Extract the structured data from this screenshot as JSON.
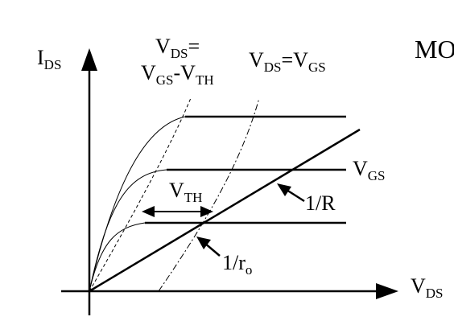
{
  "diagram": {
    "title_fragment": "MO",
    "axes": {
      "y_main": "I",
      "y_sub": "DS",
      "x_main": "V",
      "x_sub": "DS"
    },
    "boundary_vdsat": {
      "line1_main": "V",
      "line1_sub": "DS",
      "line1_suffix": "=",
      "line2_main1": "V",
      "line2_sub1": "GS",
      "line2_mid": "-V",
      "line2_sub2": "TH"
    },
    "boundary_vgs": {
      "main1": "V",
      "sub1": "DS",
      "mid": "=V",
      "sub2": "GS"
    },
    "curve_label": {
      "main": "V",
      "sub": "GS"
    },
    "vth_marker": {
      "main": "V",
      "sub": "TH"
    },
    "r_label": "1/R",
    "ro_label": {
      "main": "1/r",
      "sub": "o"
    }
  }
}
